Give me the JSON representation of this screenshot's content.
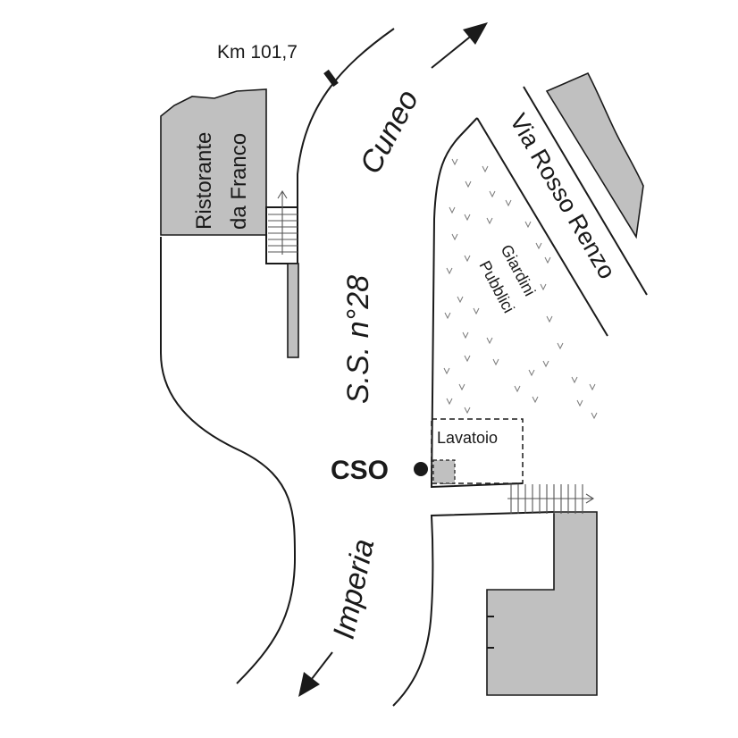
{
  "map": {
    "labels": {
      "km_marker": "Km 101,7",
      "destination_north": "Cuneo",
      "destination_south": "Imperia",
      "road": "S.S. n°28",
      "street": "Via Rosso Renzo",
      "park_line1": "Giardini",
      "park_line2": "Pubblici",
      "restaurant_line1": "Ristorante",
      "restaurant_line2": "da Franco",
      "wash_house": "Lavatoio",
      "site": "CSO"
    },
    "colors": {
      "building_fill": "#c0c0c0",
      "line": "#1a1a1a",
      "background": "#ffffff"
    }
  }
}
